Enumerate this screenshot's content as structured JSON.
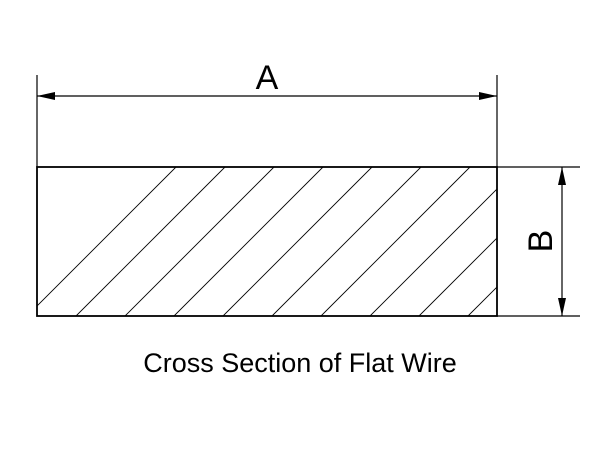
{
  "dimensions": {
    "width_label": "A",
    "height_label": "B"
  },
  "caption": "Cross Section of Flat Wire",
  "colors": {
    "ink": "#000000",
    "background": "#ffffff"
  }
}
